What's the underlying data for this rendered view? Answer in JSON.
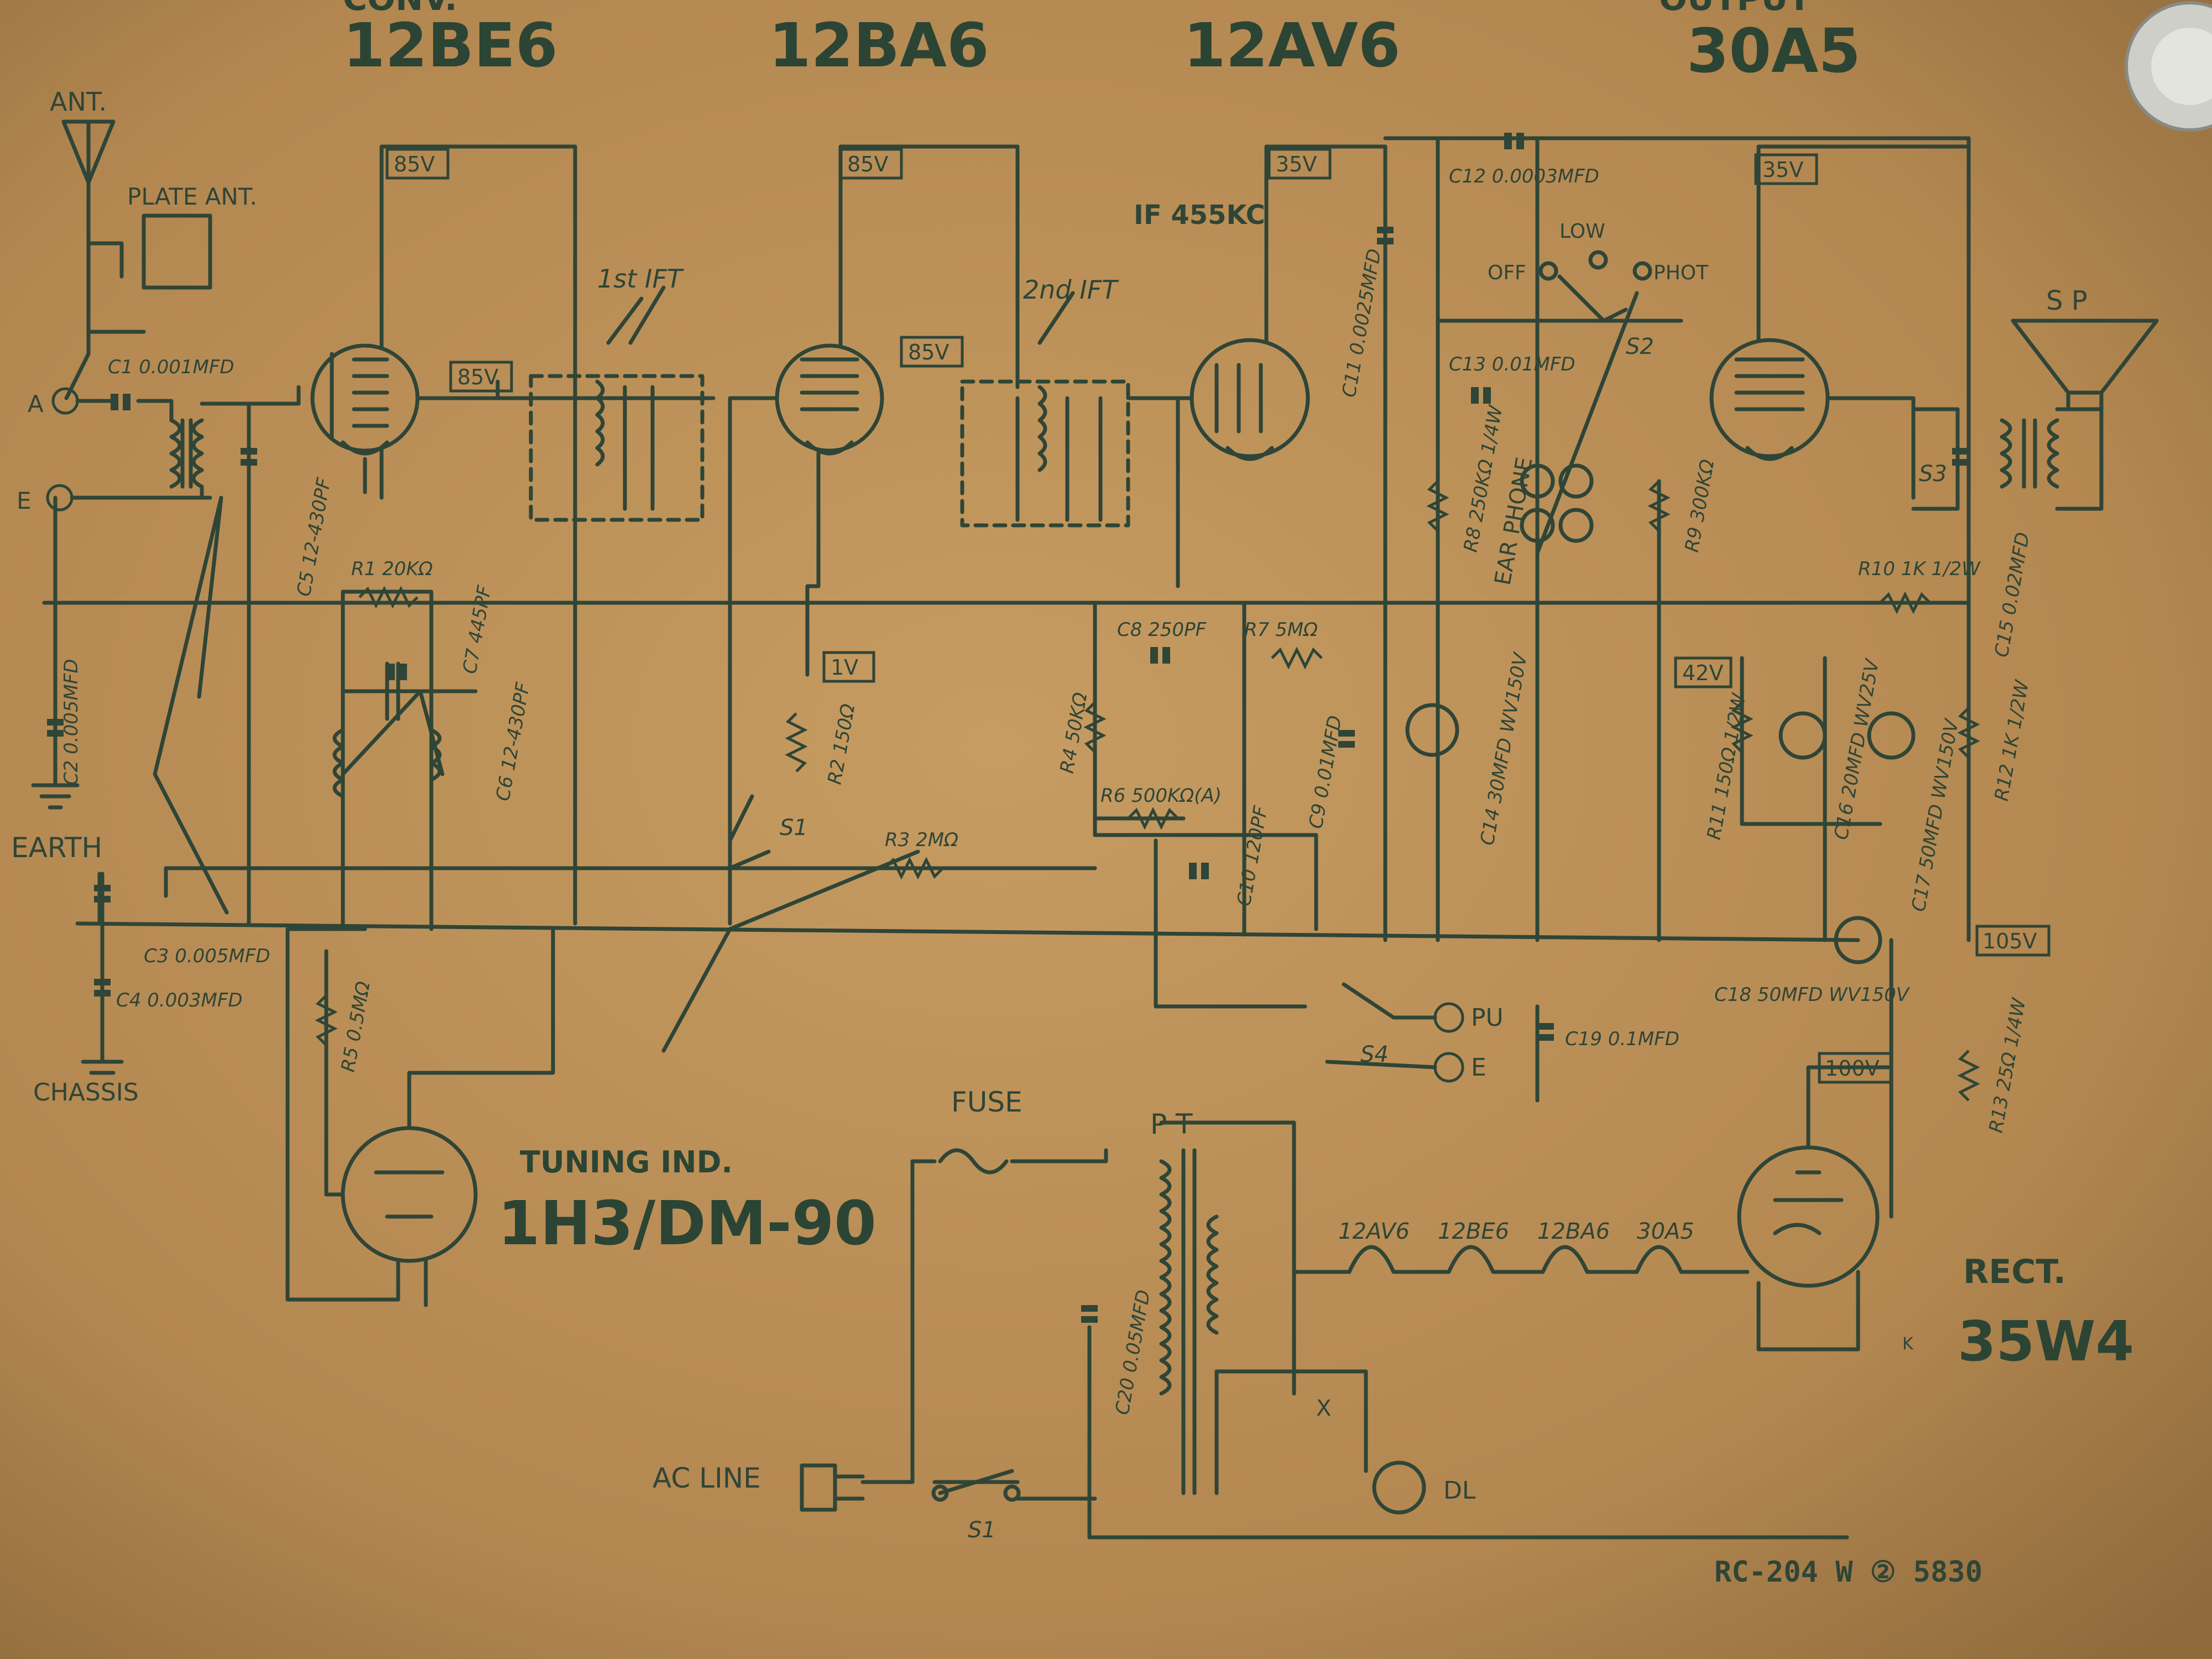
{
  "header": {
    "tubes": [
      "12BE6",
      "12BA6",
      "12AV6",
      "30A5"
    ],
    "top_fragments": [
      "CONV.",
      "OUTPUT"
    ]
  },
  "inputs": {
    "ant": "ANT.",
    "plate_ant": "PLATE ANT.",
    "a": "A",
    "e": "E",
    "earth": "EARTH",
    "chassis": "CHASSIS"
  },
  "voltages": {
    "v85a": "85V",
    "v85b": "85V",
    "v85c": "85V",
    "v35a": "35V",
    "v35b": "35V",
    "v85d": "85V",
    "v1": "1V",
    "v42": "42V",
    "v105": "105V",
    "v100": "100V"
  },
  "blocks": {
    "if1": "1st IFT",
    "if2": "2nd IFT",
    "if_freq": "IF 455KC",
    "low": "LOW",
    "off": "OFF",
    "phot": "PHOT",
    "sp": "S P",
    "ear_phone": "EAR PHONE",
    "pu": "PU",
    "e2": "E",
    "fuse": "FUSE",
    "pt": "P T",
    "ac_line": "AC LINE",
    "dl": "DL",
    "x": "X"
  },
  "switches": {
    "s1": "S1",
    "s2": "S2",
    "s3": "S3",
    "s4": "S4",
    "s5": "S1"
  },
  "components": {
    "c1": "C1 0.001MFD",
    "c2": "C2 0.005MFD",
    "c3": "C3 0.005MFD",
    "c4": "C4 0.003MFD",
    "c5": "C5 12-430PF",
    "c6": "C6 12-430PF",
    "c7": "C7 445PF",
    "r1": "R1 20KΩ",
    "r2": "R2 150Ω",
    "r3": "R3 2MΩ",
    "r4": "R4 50KΩ",
    "r5": "R5 0.5MΩ",
    "r6": "R6 500KΩ(A)",
    "r7": "R7 5MΩ",
    "c8": "C8 250PF",
    "c9": "C9 0.01MFD",
    "c10": "C10 120PF",
    "c11": "C11 0.0025MFD",
    "c12": "C12 0.0003MFD",
    "c13": "C13 0.01MFD",
    "r8": "R8 250KΩ 1/4W",
    "r9": "R9 300KΩ",
    "c14": "C14 30MFD WV150V",
    "r10": "R10 1K 1/2W",
    "c15": "C15 0.02MFD",
    "r11": "R11 150Ω 1/2W",
    "c16": "C16 20MFD WV25V",
    "c17": "C17 50MFD WV150V",
    "r12": "R12 1K 1/2W",
    "c18": "C18 50MFD WV150V",
    "c19": "C19 0.1MFD",
    "r13": "R13 25Ω 1/4W",
    "c20": "C20 0.05MFD",
    "k": "K"
  },
  "bottom": {
    "tuning": "TUNING IND.",
    "tuning_tube": "1H3/DM-90",
    "rect": "RECT.",
    "rect_tube": "35W4",
    "heaters": [
      "12AV6",
      "12BE6",
      "12BA6",
      "30A5"
    ],
    "code": "RC-204 W ② 5830"
  },
  "colors": {
    "paper": "#b98f55",
    "ink": "#2f4537"
  }
}
